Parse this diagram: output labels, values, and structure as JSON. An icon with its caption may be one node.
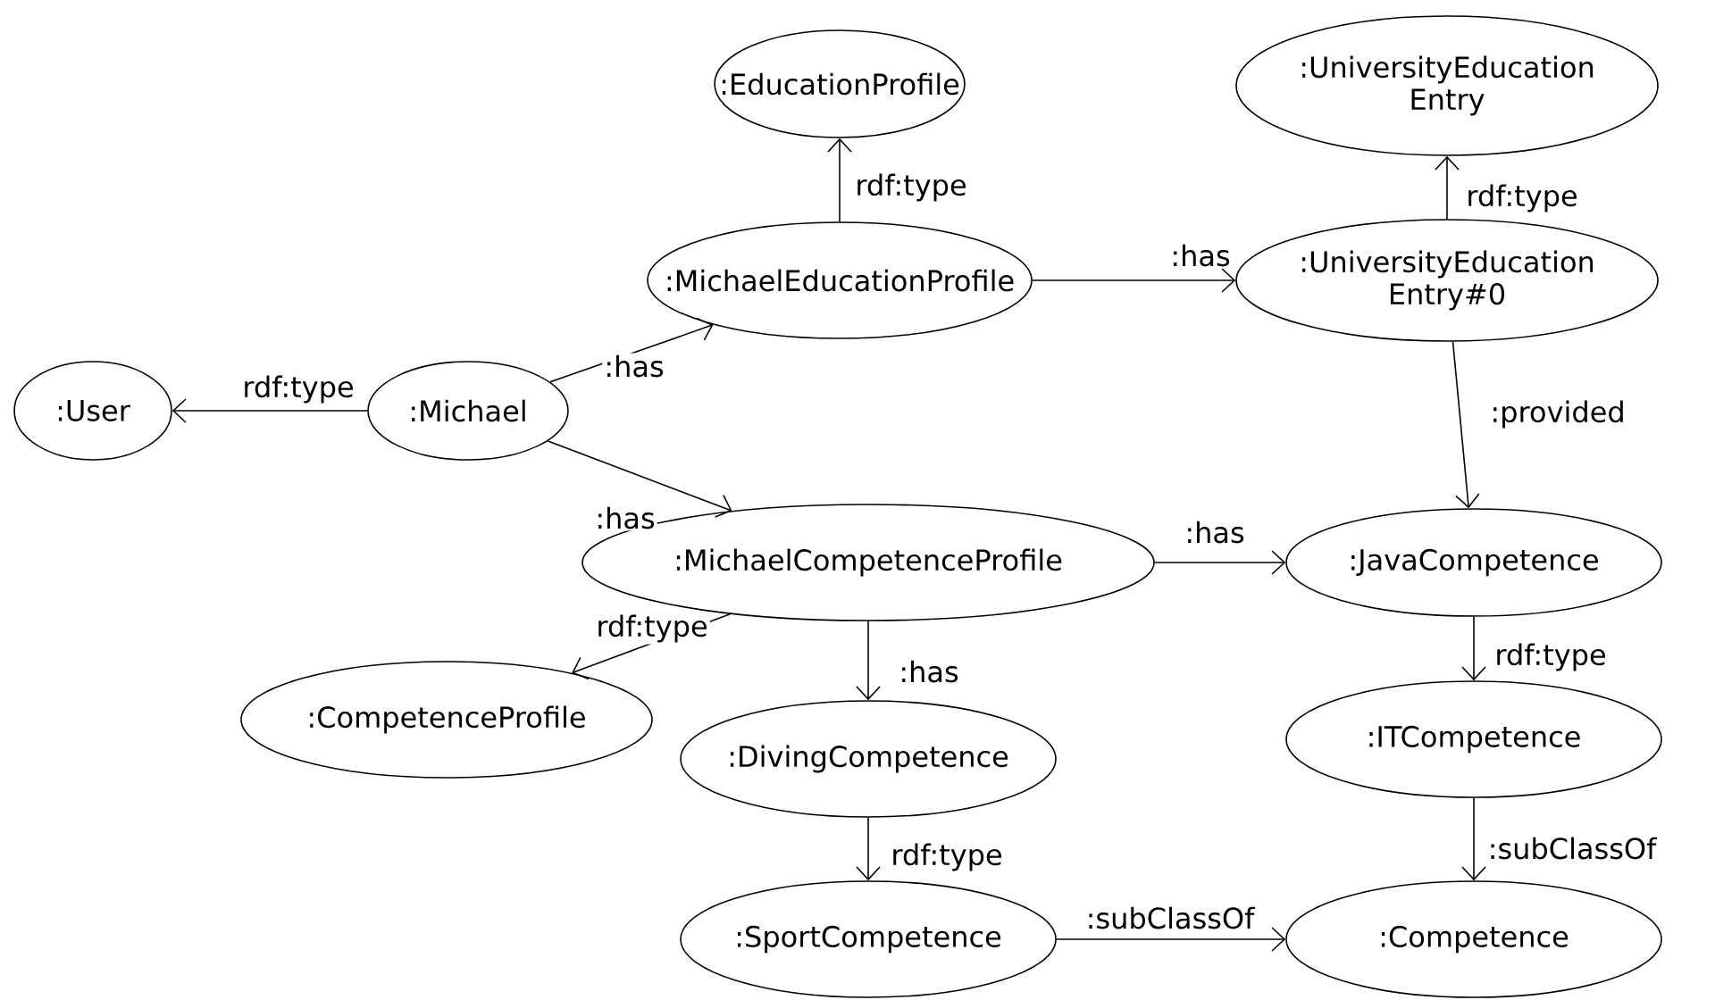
{
  "diagram": {
    "nodes": [
      {
        "text": [
          ":EducationProfile"
        ]
      },
      {
        "text": [
          ":UniversityEducation Entry"
        ]
      },
      {
        "text": [
          ":MichaelEducationProfile"
        ]
      },
      {
        "text": [
          ":UniversityEducation Entry#0"
        ]
      },
      {
        "text": [
          ":User"
        ]
      },
      {
        "text": [
          ":Michael"
        ]
      },
      {
        "text": [
          ":MichaelCompetenceProfile"
        ]
      },
      {
        "text": [
          ":JavaCompetence"
        ]
      },
      {
        "text": [
          ":CompetenceProfile"
        ]
      },
      {
        "text": [
          ":DivingCompetence"
        ]
      },
      {
        "text": [
          ":ITCompetence"
        ]
      },
      {
        "text": [
          ":SportCompetence"
        ]
      },
      {
        "text": [
          ":Competence"
        ]
      }
    ],
    "edges": [
      {
        "from": 5,
        "to": 4,
        "arrow": "to",
        "label": "rdf:type"
      },
      {
        "from": 5,
        "to": 2,
        "arrow": "to",
        "label": ":has"
      },
      {
        "from": 5,
        "to": 6,
        "arrow": "to",
        "label": ":has"
      },
      {
        "from": 2,
        "to": 0,
        "arrow": "to",
        "label": "rdf:type"
      },
      {
        "from": 2,
        "to": 3,
        "arrow": "to",
        "label": ":has"
      },
      {
        "from": 3,
        "to": 1,
        "arrow": "to",
        "label": "rdf:type"
      },
      {
        "from": 3,
        "to": 7,
        "arrow": "to",
        "label": ":provided"
      },
      {
        "from": 6,
        "to": 7,
        "arrow": "to",
        "label": ":has"
      },
      {
        "from": 6,
        "to": 8,
        "arrow": "to",
        "label": "rdf:type"
      },
      {
        "from": 6,
        "to": 9,
        "arrow": "to",
        "label": ":has"
      },
      {
        "from": 7,
        "to": 10,
        "arrow": "to",
        "label": "rdf:type"
      },
      {
        "from": 10,
        "to": 12,
        "arrow": "to",
        "label": ":subClassOf"
      },
      {
        "from": 9,
        "to": 11,
        "arrow": "to",
        "label": "rdf:type"
      },
      {
        "from": 11,
        "to": 12,
        "arrow": "to",
        "label": ":subClassOf"
      }
    ]
  }
}
